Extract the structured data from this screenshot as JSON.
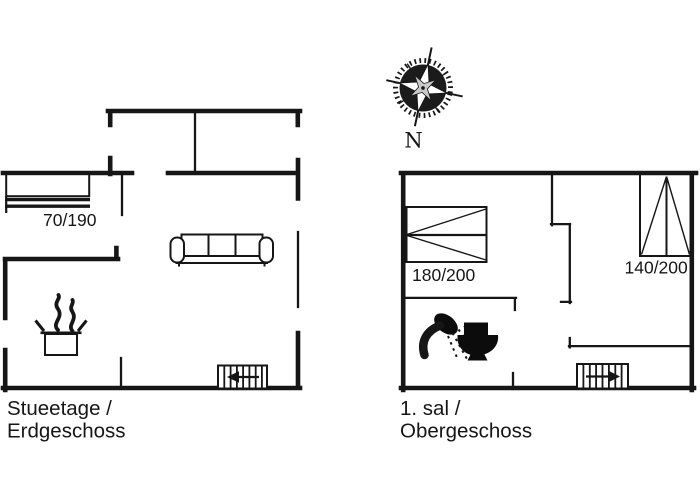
{
  "colors": {
    "wall": "#161616",
    "steam": "#bcbcbc",
    "background": "#ffffff"
  },
  "compass": {
    "label": "N"
  },
  "ground_floor": {
    "name_line1": "Stueetage /",
    "name_line2": "Erdgeschoss",
    "beds": [
      {
        "size": "70/190"
      }
    ],
    "icons": [
      "single-bed-icon",
      "sofa-icon",
      "cooking-pot-icon",
      "steam-icon",
      "stairs-icon",
      "stairs-arrow-left-icon"
    ]
  },
  "upper_floor": {
    "name_line1": "1. sal /",
    "name_line2": "Obergeschoss",
    "beds": [
      {
        "size": "180/200"
      },
      {
        "size": "140/200"
      }
    ],
    "icons": [
      "double-bed-icon",
      "single-bed-icon",
      "shower-icon",
      "toilet-icon",
      "stairs-icon",
      "stairs-arrow-right-icon"
    ]
  }
}
